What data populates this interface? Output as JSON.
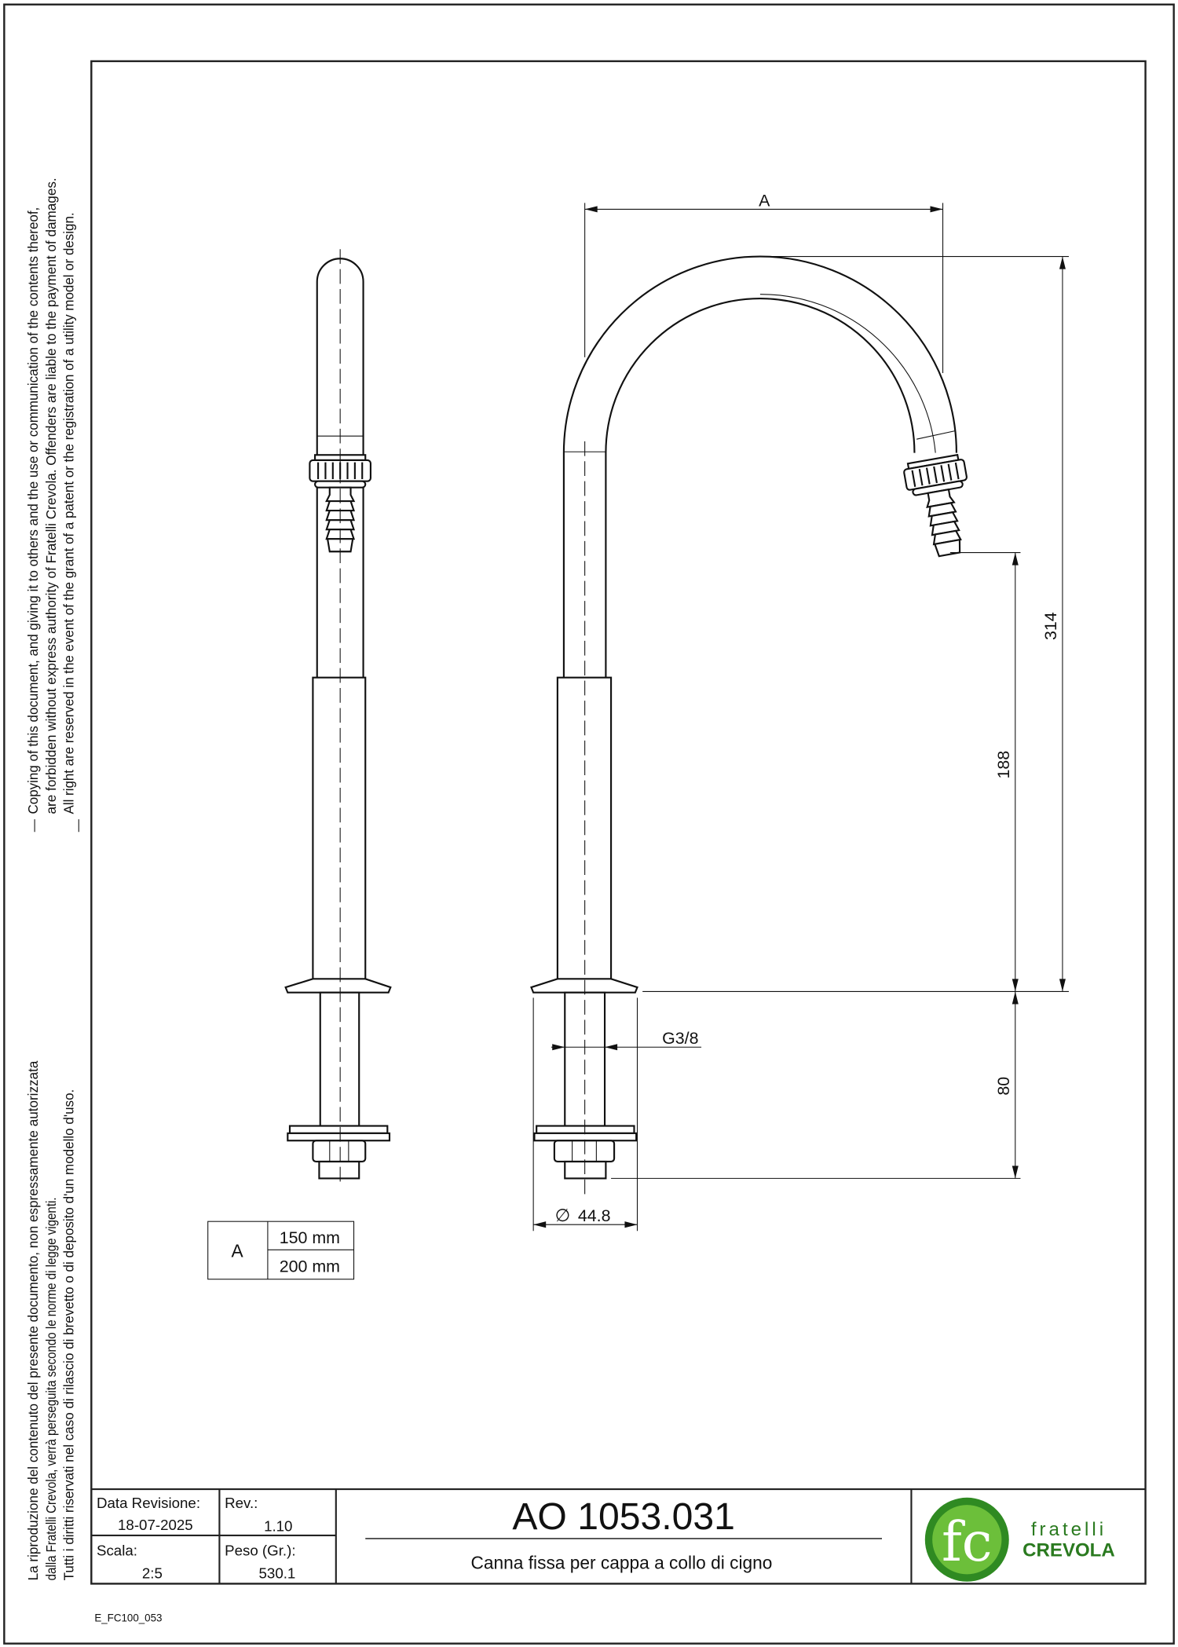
{
  "legal_notice_en": [
    "Copying of this document, and giving it to others and the use or communication of the contents thereof,",
    "are forbidden without express authority of Fratelli Crevola. Offenders are liable to the payment of damages.",
    "All right are reserved in the event of the grant of a patent or the registration of a utility model or design."
  ],
  "legal_notice_it": [
    "La riproduzione del contenuto del presente documento, non espressamente autorizzata",
    "dalla Fratelli Crevola, verrà perseguita secondo le norme di legge vigenti.",
    "Tutti i diritti riservati nel caso di rilascio di brevetto o di deposito d'un modello d'uso."
  ],
  "dimensions": {
    "a": "A",
    "height_total": "314",
    "height_outlet": "188",
    "height_thread": "80",
    "thread": "G3/8",
    "flange_diameter": "44.8",
    "diameter_symbol": "∅"
  },
  "variant_table": {
    "label": "A",
    "values": [
      "150 mm",
      "200 mm"
    ]
  },
  "title_block": {
    "revision_date_label": "Data Revisione:",
    "revision_date": "18-07-2025",
    "rev_label": "Rev.:",
    "rev": "1.10",
    "scale_label": "Scala:",
    "scale": "2:5",
    "weight_label": "Peso (Gr.):",
    "weight": "530.1",
    "code": "AO 1053.031",
    "description": "Canna fissa per cappa a collo di cigno",
    "logo_monogram": "fc",
    "logo_line1": "fratelli",
    "logo_line2": "CREVOLA",
    "logo_color": "#3a9a2a"
  },
  "file_code": "E_FC100_053"
}
